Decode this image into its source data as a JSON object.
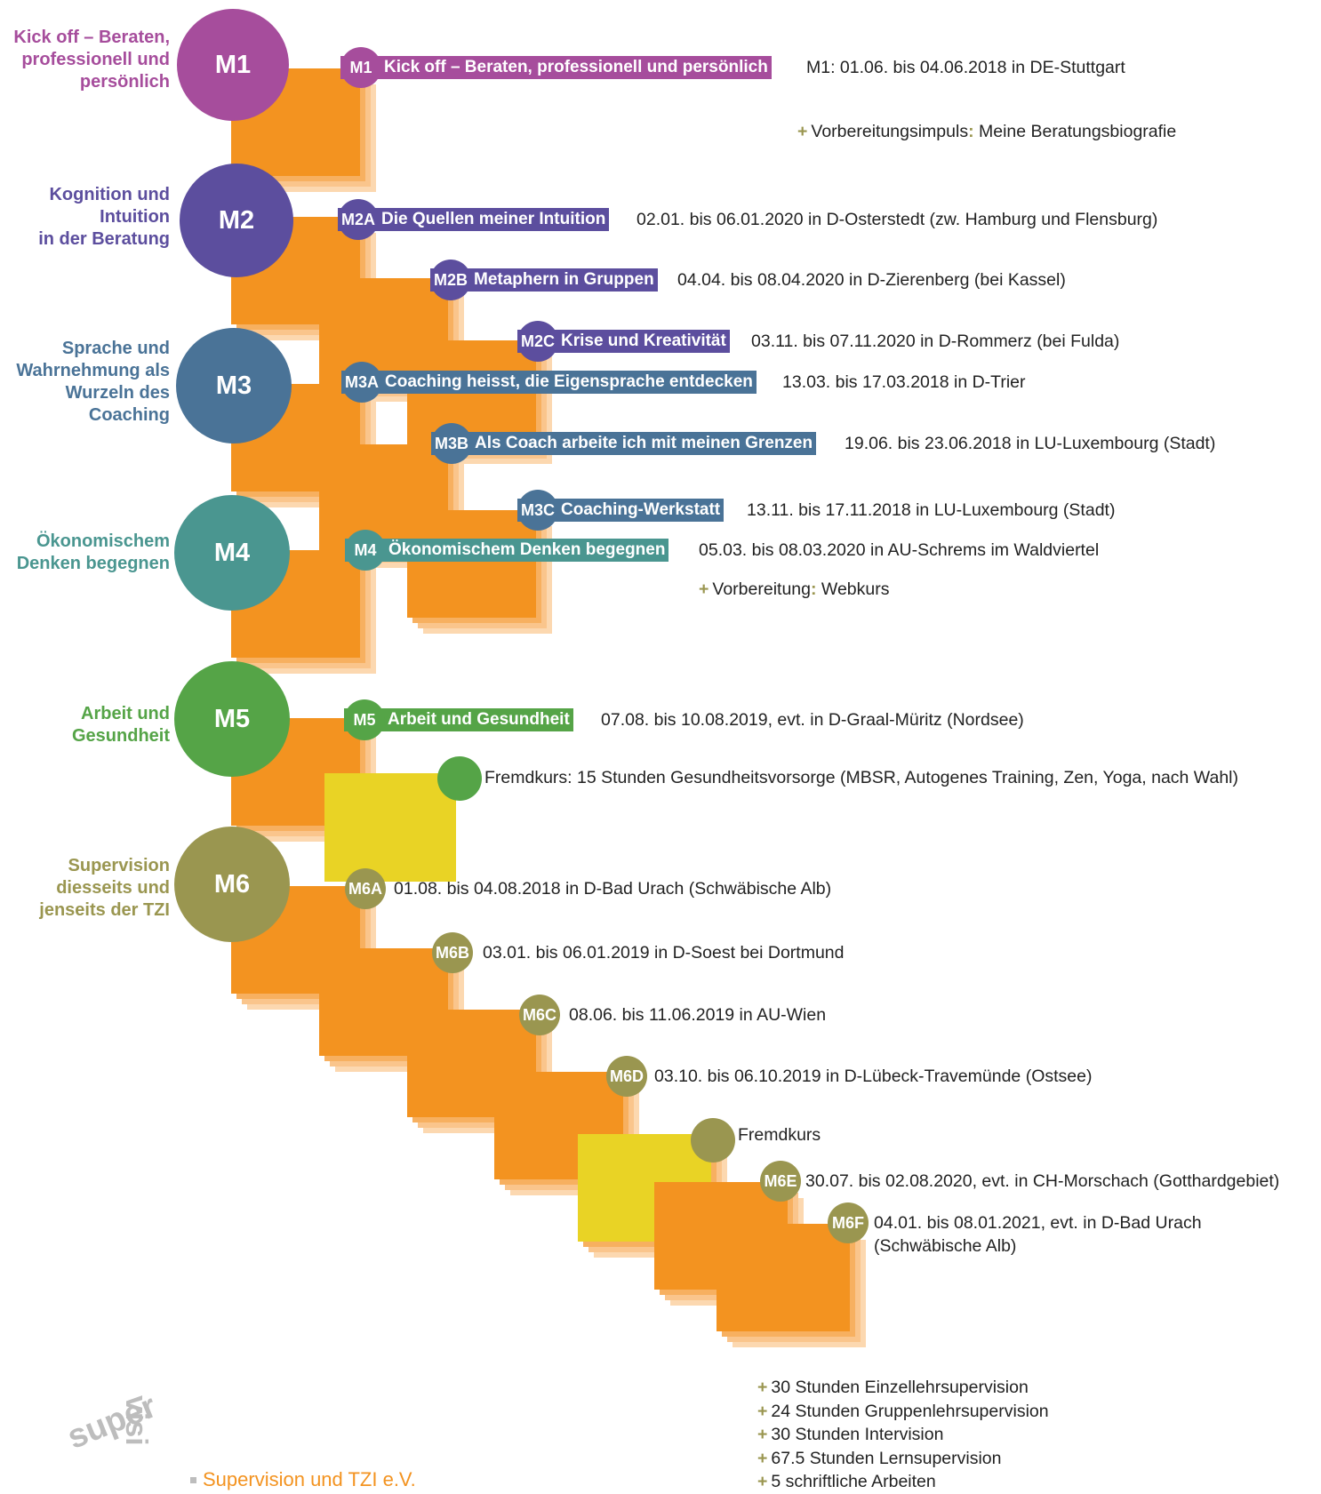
{
  "colors": {
    "orange": "#f39320",
    "peach_1": "#f7b060",
    "peach_2": "#fac58c",
    "peach_3": "#fcd8b0",
    "yellow": "#e9d325",
    "yellow_light": "#f3e47e",
    "m1": "#a64d9c",
    "m2": "#5c4e9e",
    "m3": "#4a7397",
    "m4": "#4a9690",
    "m5": "#55a447",
    "m6": "#9a9650",
    "accent_plus": "#9a9650",
    "org_text": "#f39320",
    "logo_gray": "#bdbdbd"
  },
  "modules": [
    {
      "code": "M1",
      "label": "Kick  off – Beraten,\nprofessionell und\npersönlich"
    },
    {
      "code": "M2",
      "label": "Kognition und\nIntuition\nin der Beratung"
    },
    {
      "code": "M3",
      "label": "Sprache und\nWahrnehmung als\nWurzeln des\nCoaching"
    },
    {
      "code": "M4",
      "label": "Ökonomischem\nDenken begegnen"
    },
    {
      "code": "M5",
      "label": "Arbeit und\nGesundheit"
    },
    {
      "code": "M6",
      "label": "Supervision\ndiesseits und\njenseits der TZI"
    }
  ],
  "sessions": [
    {
      "code": "M1",
      "title": "Kick  off – Beraten, professionell und persönlich",
      "date": "M1: 01.06. bis 04.06.2018 in DE-Stuttgart"
    },
    {
      "code": "M2A",
      "title": "Die Quellen meiner Intuition",
      "date": "02.01. bis 06.01.2020 in D-Osterstedt (zw. Hamburg und Flensburg)"
    },
    {
      "code": "M2B",
      "title": "Metaphern in Gruppen",
      "date": "04.04. bis 08.04.2020 in D-Zierenberg (bei Kassel)"
    },
    {
      "code": "M2C",
      "title": "Krise und Kreativität",
      "date": "03.11. bis 07.11.2020 in D-Rommerz (bei Fulda)"
    },
    {
      "code": "M3A",
      "title": "Coaching heisst, die Eigensprache entdecken",
      "date": "13.03. bis 17.03.2018 in D-Trier"
    },
    {
      "code": "M3B",
      "title": "Als Coach arbeite ich mit meinen Grenzen",
      "date": "19.06. bis 23.06.2018 in LU-Luxembourg (Stadt)"
    },
    {
      "code": "M3C",
      "title": "Coaching-Werkstatt",
      "date": "13.11. bis 17.11.2018 in LU-Luxembourg (Stadt)"
    },
    {
      "code": "M4",
      "title": "Ökonomischem Denken begegnen",
      "date": "05.03. bis 08.03.2020 in AU-Schrems im Waldviertel"
    },
    {
      "code": "M5",
      "title": "Arbeit und Gesundheit",
      "date": "07.08. bis 10.08.2019, evt. in D-Graal-Müritz (Nordsee)"
    },
    {
      "code": "M6A",
      "title": "",
      "date": "01.08. bis 04.08.2018 in D-Bad Urach (Schwäbische Alb)"
    },
    {
      "code": "M6B",
      "title": "",
      "date": "03.01. bis 06.01.2019 in D-Soest bei Dortmund"
    },
    {
      "code": "M6C",
      "title": "",
      "date": "08.06. bis 11.06.2019 in AU-Wien"
    },
    {
      "code": "M6D",
      "title": "",
      "date": "03.10. bis 06.10.2019 in D-Lübeck-Travemünde (Ostsee)"
    },
    {
      "code": "M6E",
      "title": "",
      "date": "30.07. bis 02.08.2020, evt. in CH-Morschach (Gotthardgebiet)"
    },
    {
      "code": "M6F",
      "title": "",
      "date": "04.01. bis 08.01.2021, evt. in D-Bad Urach\n(Schwäbische Alb)"
    }
  ],
  "notes": {
    "m1_prep_label": "Vorbereitungsimpuls",
    "m1_prep_text": "Meine Beratungsbiografie",
    "m4_prep_label": "Vorbereitung",
    "m4_prep_text": "Webkurs",
    "m5_external": "Fremdkurs: 15 Stunden Gesundheitsvorsorge (MBSR, Autogenes Training, Zen, Yoga, nach Wahl)",
    "m6_external": "Fremdkurs"
  },
  "requirements": [
    "30 Stunden Einzellehrsupervision",
    "24 Stunden Gruppenlehrsupervision",
    "30 Stunden Intervision",
    "67.5 Stunden Lernsupervision",
    "5 schriftliche Arbeiten"
  ],
  "logo": {
    "word_top": "super",
    "word_side": "visi",
    "org_name": "Supervision und TZI e.V."
  }
}
